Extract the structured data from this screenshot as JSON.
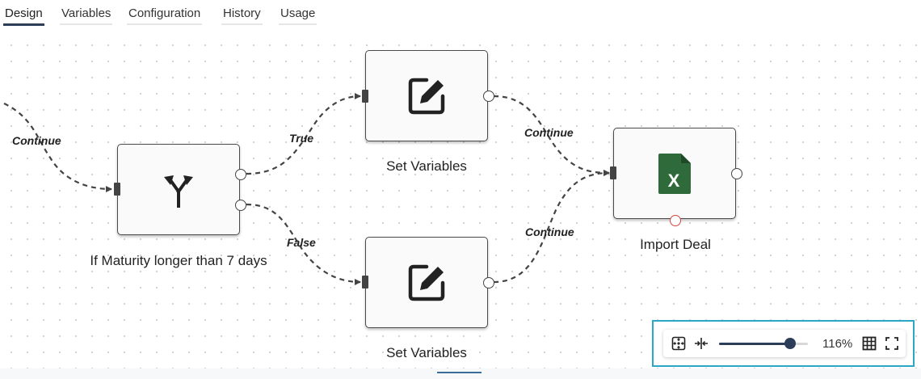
{
  "tabs": [
    {
      "label": "Design",
      "active": true
    },
    {
      "label": "Variables"
    },
    {
      "label": "Configuration"
    },
    {
      "label": "History"
    },
    {
      "label": "Usage"
    }
  ],
  "nodes": {
    "condition": {
      "label": "If Maturity longer than 7 days",
      "icon": "branch-split-icon"
    },
    "set_top": {
      "label": "Set Variables",
      "icon": "edit-square-icon"
    },
    "set_bottom": {
      "label": "Set Variables",
      "icon": "edit-square-icon"
    },
    "import": {
      "label": "Import Deal",
      "icon": "excel-file-icon"
    }
  },
  "edges": {
    "incoming": "Continue",
    "true": "True",
    "false": "False",
    "top_continue": "Continue",
    "bottom_continue": "Continue"
  },
  "zoom": {
    "level": 0.8,
    "text": "116%"
  },
  "colors": {
    "accent": "#2c3e57",
    "excel": "#2f6b3a",
    "highlight": "#2ba8c8",
    "error_port": "#d0453a"
  }
}
